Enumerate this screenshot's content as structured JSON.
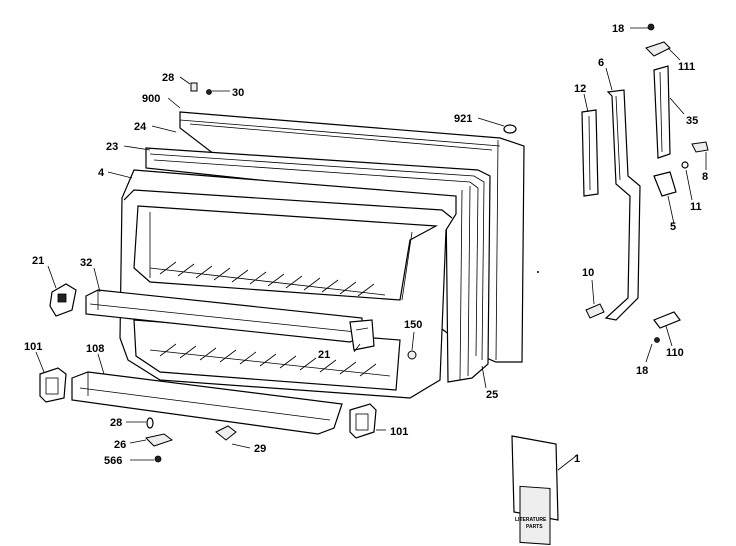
{
  "callouts": {
    "c18_top": "18",
    "c111": "111",
    "c6": "6",
    "c12": "12",
    "c35": "35",
    "c8": "8",
    "c11": "11",
    "c5": "5",
    "c10": "10",
    "c110": "110",
    "c18_bottom": "18",
    "c28_top": "28",
    "c30": "30",
    "c900": "900",
    "c921": "921",
    "c24": "24",
    "c23": "23",
    "c4": "4",
    "c21_left": "21",
    "c32": "32",
    "c150": "150",
    "c21_right": "21",
    "c101_left": "101",
    "c108": "108",
    "c25": "25",
    "c28_bottom": "28",
    "c101_right": "101",
    "c26": "26",
    "c29": "29",
    "c566": "566",
    "c1": "1"
  },
  "literature": {
    "line1": "LITERATURE",
    "line2": "PARTS"
  }
}
